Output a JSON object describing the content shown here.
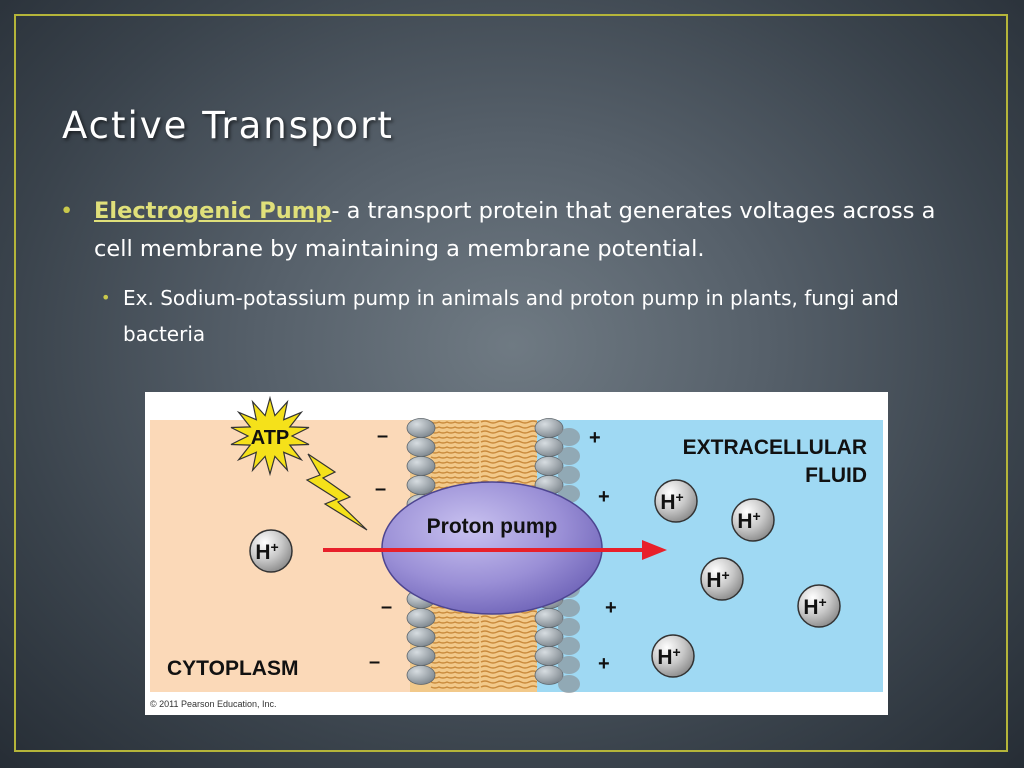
{
  "slide": {
    "title": "Active Transport",
    "bullet": {
      "term": "Electrogenic Pump",
      "definition": "- a transport protein that generates voltages across a cell membrane by maintaining a membrane potential."
    },
    "sub_bullet": "Ex. Sodium-potassium pump in animals and proton pump in plants, fungi and bacteria"
  },
  "diagram": {
    "atp_label": "ATP",
    "pump_label": "Proton pump",
    "extracellular_line1": "EXTRACELLULAR",
    "extracellular_line2": "FLUID",
    "cytoplasm_label": "CYTOPLASM",
    "ion_label": "H",
    "ion_charge": "+",
    "minus_sign": "–",
    "plus_sign": "+",
    "copyright": "© 2011 Pearson Education, Inc.",
    "colors": {
      "cytoplasm": "#fbd9b8",
      "extracellular": "#9fd9f3",
      "pump": "#9a8fd6",
      "arrow": "#e8202a",
      "atp_star": "#f5e11a",
      "lipid_head": "#9aa3aa",
      "lipid_tail": "#e0a85c"
    }
  }
}
